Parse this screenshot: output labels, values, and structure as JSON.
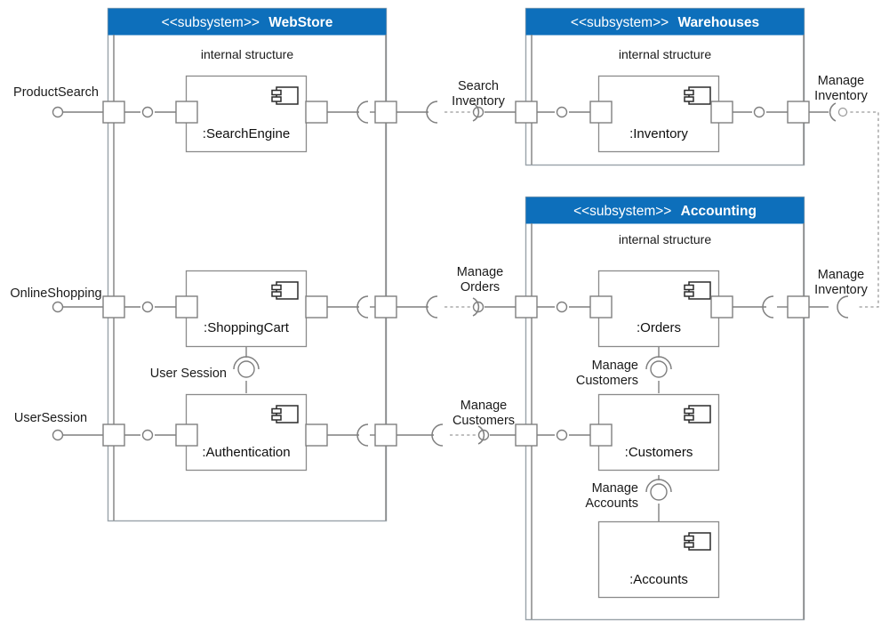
{
  "diagram": {
    "type": "uml-composite-structure-diagram",
    "title_text": "",
    "stereotype": "<<subsystem>>",
    "internal_structure_label": "internal structure",
    "colors": {
      "header_blue": "#0d6fbb",
      "header_text": "#ffffff",
      "box_border": "#9aa3a9",
      "component_border": "#8a8a8a",
      "connector_line": "#7f7f7f",
      "port_fill": "#ffffff",
      "label_text": "#1b1b1b",
      "dashed_line": "#9a9a9a"
    }
  },
  "subsystems": [
    {
      "id": "webstore",
      "stereotype": "<<subsystem>>",
      "name": "WebStore",
      "internal_label": "internal structure",
      "components": [
        {
          "id": "searchengine",
          "name": ":SearchEngine",
          "icon": "component-icon"
        },
        {
          "id": "shoppingcart",
          "name": ":ShoppingCart",
          "icon": "component-icon"
        },
        {
          "id": "authentication",
          "name": ":Authentication",
          "icon": "component-icon"
        }
      ]
    },
    {
      "id": "warehouses",
      "stereotype": "<<subsystem>>",
      "name": "Warehouses",
      "internal_label": "internal structure",
      "components": [
        {
          "id": "inventory",
          "name": ":Inventory",
          "icon": "component-icon"
        }
      ]
    },
    {
      "id": "accounting",
      "stereotype": "<<subsystem>>",
      "name": "Accounting",
      "internal_label": "internal structure",
      "components": [
        {
          "id": "orders",
          "name": ":Orders",
          "icon": "component-icon"
        },
        {
          "id": "customers",
          "name": ":Customers",
          "icon": "component-icon"
        },
        {
          "id": "accounts",
          "name": ":Accounts",
          "icon": "component-icon"
        }
      ]
    }
  ],
  "external_ports": [
    {
      "id": "productsearch",
      "label": "ProductSearch",
      "side": "left"
    },
    {
      "id": "onlineshopping",
      "label": "OnlineShopping",
      "side": "left"
    },
    {
      "id": "usersession",
      "label": "UserSession",
      "side": "left"
    }
  ],
  "interfaces": [
    {
      "id": "search-inventory",
      "label_line1": "Search",
      "label_line2": "Inventory",
      "label": "Search Inventory",
      "kind": "assembly"
    },
    {
      "id": "manage-orders",
      "label_line1": "Manage",
      "label_line2": "Orders",
      "label": "Manage Orders",
      "kind": "assembly"
    },
    {
      "id": "manage-customers-mid",
      "label_line1": "Manage",
      "label_line2": "Customers",
      "label": "Manage Customers",
      "kind": "assembly"
    },
    {
      "id": "manage-inventory-top",
      "label_line1": "Manage",
      "label_line2": "Inventory",
      "label": "Manage Inventory",
      "kind": "required"
    },
    {
      "id": "manage-inventory-bottom",
      "label_line1": "Manage",
      "label_line2": "Inventory",
      "label": "Manage Inventory",
      "kind": "required"
    },
    {
      "id": "user-session",
      "label": "User Session",
      "kind": "assembly-vertical"
    },
    {
      "id": "manage-customers-internal",
      "label_line1": "Manage",
      "label_line2": "Customers",
      "label": "Manage Customers",
      "kind": "assembly-vertical"
    },
    {
      "id": "manage-accounts-internal",
      "label_line1": "Manage",
      "label_line2": "Accounts",
      "label": "Manage Accounts",
      "kind": "assembly-vertical"
    }
  ]
}
